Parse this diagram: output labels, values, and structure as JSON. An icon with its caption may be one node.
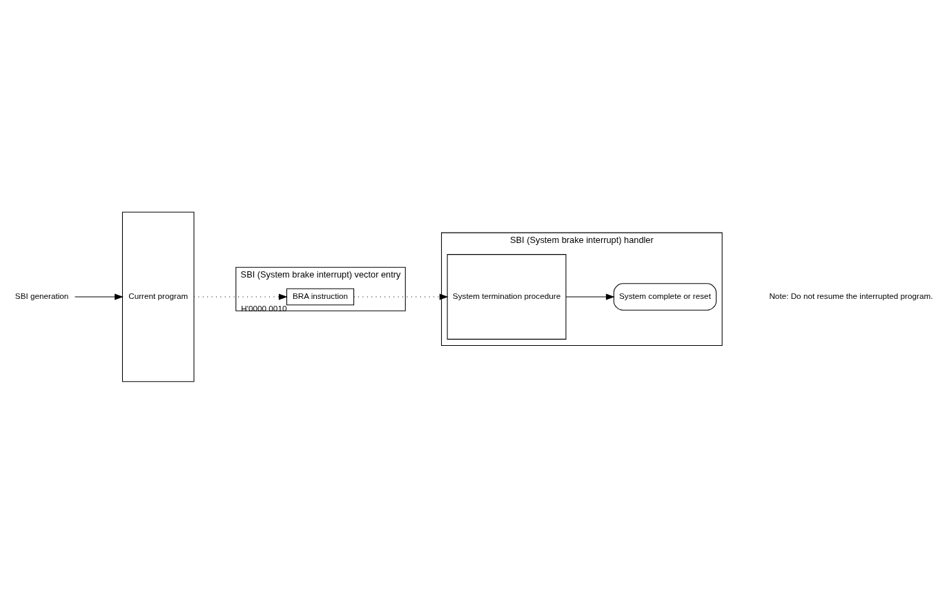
{
  "diagram": {
    "nodes": [
      {
        "text": [
          "Current program"
        ]
      },
      {
        "text": [
          "SBI (System brake interrupt) vector entry"
        ]
      },
      {
        "text": [
          "BRA instruction"
        ],
        "in": 1,
        "beside": [
          "H'0000 0010"
        ]
      },
      {
        "text": [
          "SBI (System brake interrupt) handler"
        ]
      },
      {
        "text": [
          "System termination procedure"
        ],
        "in": 3
      },
      {
        "text": [
          "System complete or reset"
        ],
        "in": 3
      },
      {
        "text": [
          "SBI generation"
        ]
      }
    ],
    "edges": [
      {
        "from": 6,
        "to": 0,
        "arrow": "to"
      },
      {
        "from": 0,
        "to": 2,
        "arrow": "to",
        "style": "dashed"
      },
      {
        "from": 2,
        "to": 4,
        "arrow": "to",
        "style": "dashed"
      },
      {
        "from": 4,
        "to": 5,
        "arrow": "to"
      }
    ],
    "labels": [
      "Note: Do not resume the interrupted program."
    ]
  }
}
